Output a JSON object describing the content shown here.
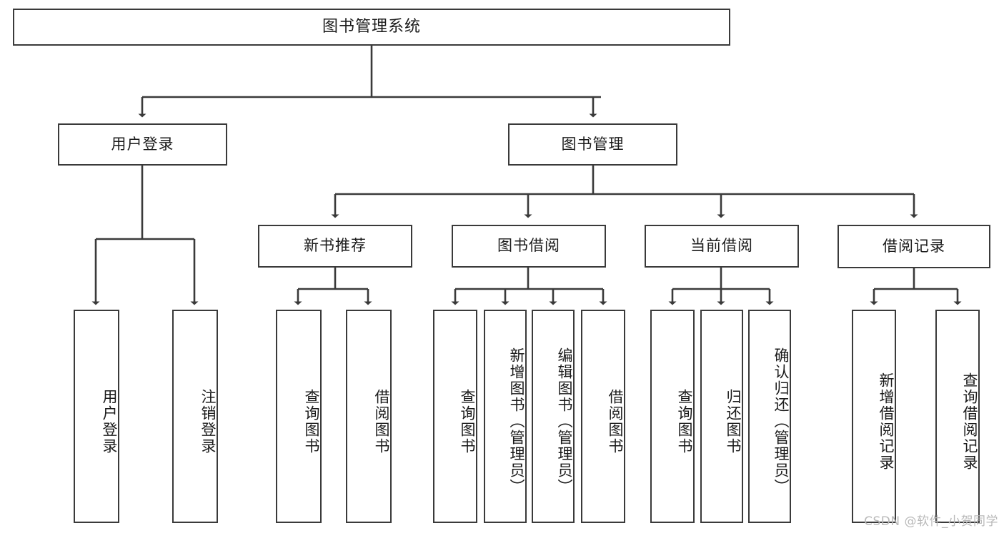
{
  "diagram": {
    "title": "图书管理系统",
    "type": "hierarchy-tree",
    "watermark": "CSDN @软件_小贺同学",
    "colors": {
      "stroke": "#3a3a3a",
      "fill": "#ffffff",
      "text": "#1b1b1b",
      "watermark": "#b9b9b9"
    },
    "nodes": {
      "root": {
        "label": "图书管理系统"
      },
      "level1": [
        {
          "id": "user-login",
          "label": "用户登录"
        },
        {
          "id": "book-management",
          "label": "图书管理"
        }
      ],
      "level2": [
        {
          "id": "new-book-recommend",
          "label": "新书推荐"
        },
        {
          "id": "book-borrow",
          "label": "图书借阅"
        },
        {
          "id": "current-borrow",
          "label": "当前借阅"
        },
        {
          "id": "borrow-record",
          "label": "借阅记录"
        }
      ],
      "leaves": {
        "user_login": [
          {
            "id": "leaf-user-login",
            "label": "用户登录"
          },
          {
            "id": "leaf-logout",
            "label": "注销登录"
          }
        ],
        "new_book_recommend": [
          {
            "id": "leaf-query-book-1",
            "label": "查询图书"
          },
          {
            "id": "leaf-borrow-book-1",
            "label": "借阅图书"
          }
        ],
        "book_borrow": [
          {
            "id": "leaf-query-book-2",
            "label": "查询图书"
          },
          {
            "id": "leaf-add-book",
            "label": "新增图书（管理员）"
          },
          {
            "id": "leaf-edit-book",
            "label": "编辑图书（管理员）"
          },
          {
            "id": "leaf-borrow-book-2",
            "label": "借阅图书"
          }
        ],
        "current_borrow": [
          {
            "id": "leaf-query-book-3",
            "label": "查询图书"
          },
          {
            "id": "leaf-return-book",
            "label": "归还图书"
          },
          {
            "id": "leaf-confirm-return",
            "label": "确认归还（管理员）"
          }
        ],
        "borrow_record": [
          {
            "id": "leaf-add-record",
            "label": "新增借阅记录"
          },
          {
            "id": "leaf-query-record",
            "label": "查询借阅记录"
          }
        ]
      }
    }
  }
}
